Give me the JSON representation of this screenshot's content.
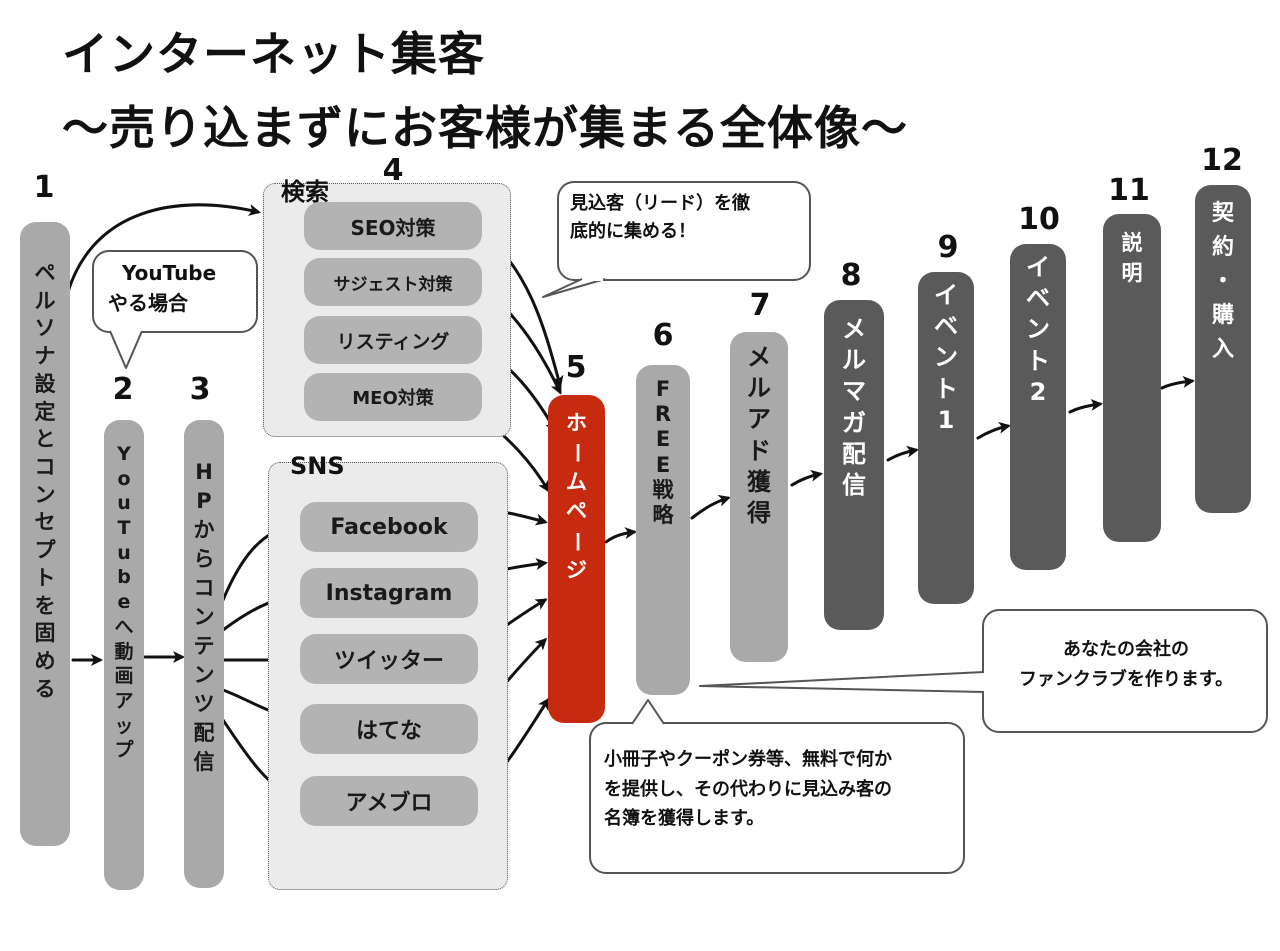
{
  "title": {
    "line1": "インターネット集客",
    "line2": "〜売り込まずにお客様が集まる全体像〜"
  },
  "steps": [
    {
      "num": "1",
      "label": "ペルソナ設定とコンセプトを固める"
    },
    {
      "num": "2",
      "label": "YouTubeへ動画アップ"
    },
    {
      "num": "3",
      "label": "HPからコンテンツ配信"
    },
    {
      "num": "4",
      "label": ""
    },
    {
      "num": "5",
      "label": "ホームページ"
    },
    {
      "num": "6",
      "label": "FREE戦略"
    },
    {
      "num": "7",
      "label": "メルアド獲得"
    },
    {
      "num": "8",
      "label": "メルマガ配信"
    },
    {
      "num": "9",
      "label": "イベント1"
    },
    {
      "num": "10",
      "label": "イベント2"
    },
    {
      "num": "11",
      "label": "説明"
    },
    {
      "num": "12",
      "label": "契約・購入"
    }
  ],
  "search_group": {
    "label": "検索",
    "items": [
      "SEO対策",
      "サジェスト対策",
      "リスティング",
      "MEO対策"
    ]
  },
  "sns_group": {
    "label": "SNS",
    "items": [
      "Facebook",
      "Instagram",
      "ツイッター",
      "はてな",
      "アメブロ"
    ]
  },
  "callouts": {
    "youtube": {
      "line1": "YouTube",
      "line2": "やる場合"
    },
    "leads": {
      "line1": "見込客（リード）を徹",
      "line2": "底的に集める！"
    },
    "fanclub": {
      "line1": "あなたの会社の",
      "line2": "ファンクラブを作ります。"
    },
    "free": {
      "line1": "小冊子やクーポン券等、無料で何か",
      "line2": "を提供し、その代わりに見込み客の",
      "line3": "名簿を獲得します。"
    }
  },
  "colors": {
    "light_pill": "#a9a9a9",
    "dark_pill": "#5a5a5a",
    "accent_red": "#c62a0f",
    "group_bg": "#ebebeb"
  }
}
